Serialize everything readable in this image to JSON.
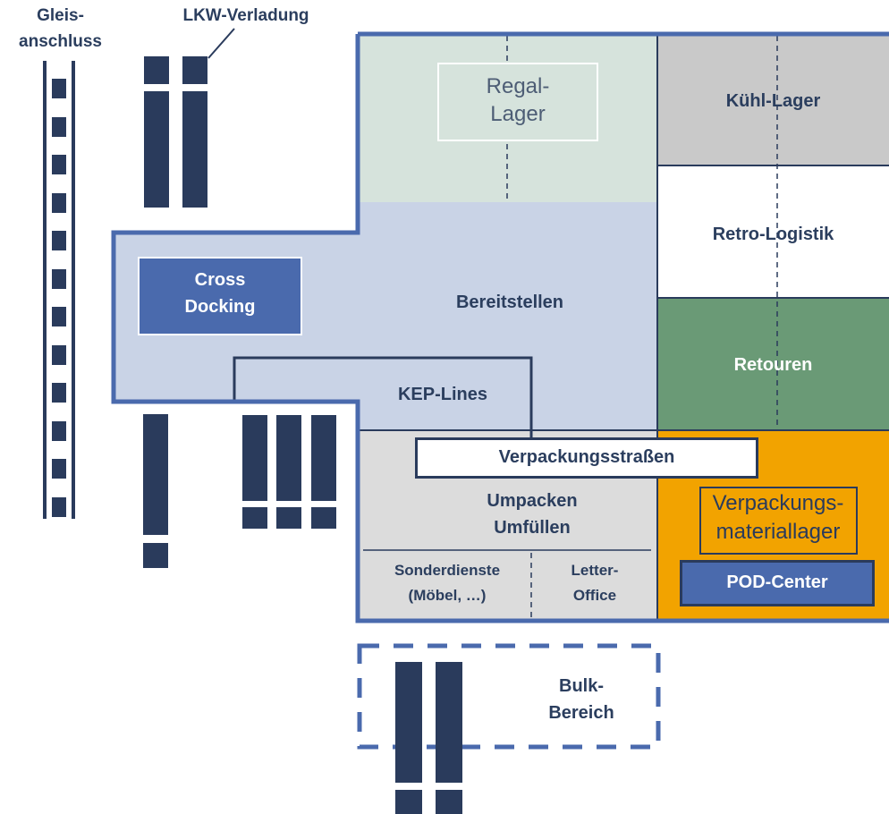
{
  "labels": {
    "gleis_line1": "Gleis-",
    "gleis_line2": "anschluss",
    "lkw": "LKW-Verladung",
    "regal_line1": "Regal-",
    "regal_line2": "Lager",
    "kuehl": "Kühl-Lager",
    "retro": "Retro-Logistik",
    "cross_line1": "Cross",
    "cross_line2": "Docking",
    "bereitstellen": "Bereitstellen",
    "retouren": "Retouren",
    "kep": "KEP-Lines",
    "verpackungsstrassen": "Verpackungsstraßen",
    "umpacken_line1": "Umpacken",
    "umpacken_line2": "Umfüllen",
    "sonder_line1": "Sonderdienste",
    "sonder_line2": "(Möbel, …)",
    "letter_line1": "Letter-",
    "letter_line2": "Office",
    "vpm_line1": "Verpackungs-",
    "vpm_line2": "materiallager",
    "pod": "POD-Center",
    "bulk_line1": "Bulk-",
    "bulk_line2": "Bereich"
  },
  "colors": {
    "outline": "#4a6aad",
    "dark_navy": "#2a3b5c",
    "regal_fill": "#d6e3dc",
    "kuehl_fill": "#c9c9c9",
    "bereit_fill": "#c9d3e6",
    "retouren_fill": "#6a9a76",
    "umpacken_fill": "#dcdcdc",
    "vpm_fill": "#f2a300",
    "cross_fill": "#4a6aad"
  }
}
